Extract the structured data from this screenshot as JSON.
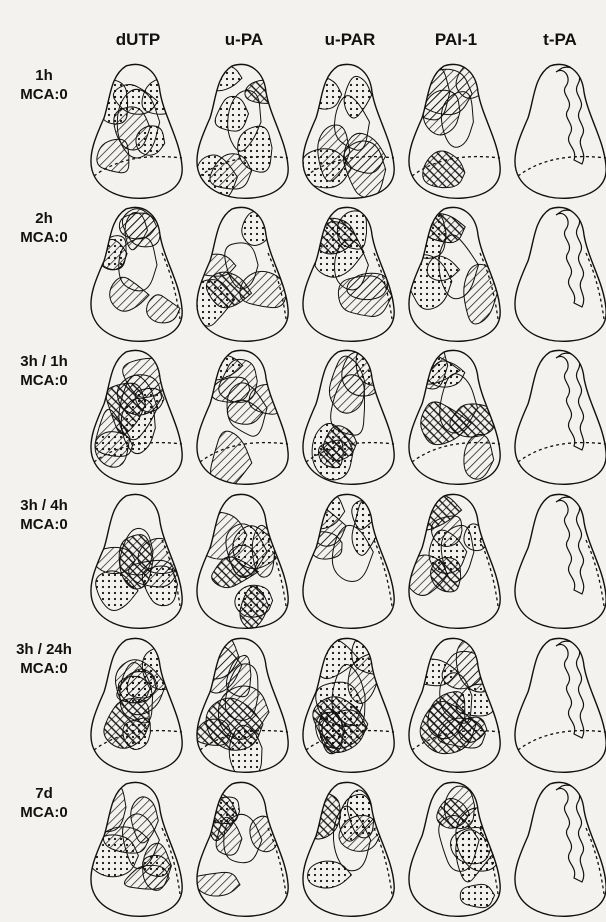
{
  "columns": [
    "dUTP",
    "u-PA",
    "u-PAR",
    "PAI-1",
    "t-PA"
  ],
  "rows": [
    {
      "time": "1h",
      "condition": "MCA:0"
    },
    {
      "time": "2h",
      "condition": "MCA:0"
    },
    {
      "time": "3h / 1h",
      "condition": "MCA:0"
    },
    {
      "time": "3h / 4h",
      "condition": "MCA:0"
    },
    {
      "time": "3h / 24h",
      "condition": "MCA:0"
    },
    {
      "time": "7d",
      "condition": "MCA:0"
    }
  ],
  "fill_legend_colors": {
    "line": "#111111",
    "background": "#f4f2ee"
  }
}
